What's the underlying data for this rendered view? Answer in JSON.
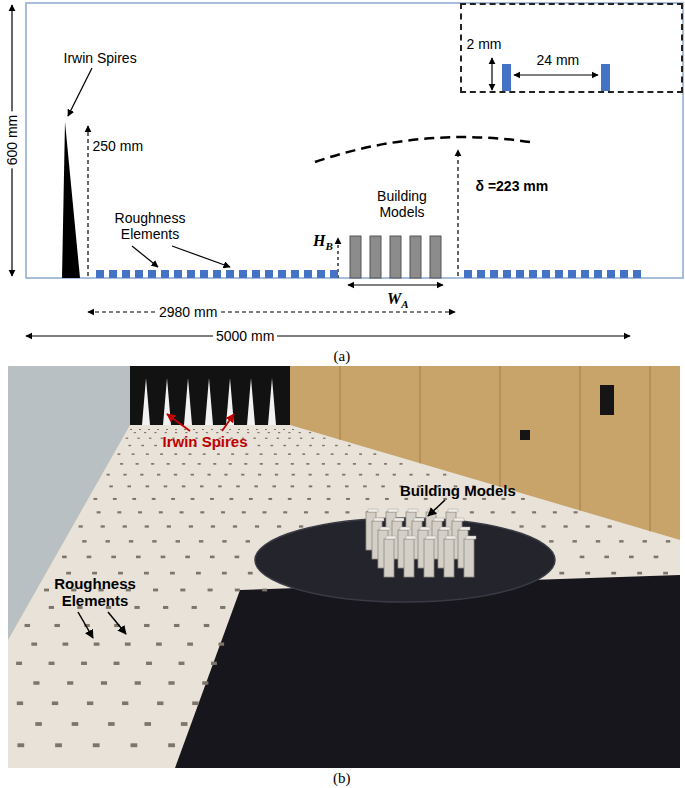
{
  "diagram": {
    "nodes": [
      {
        "text": [
          "2 mm",
          "24 mm"
        ]
      }
    ],
    "labels": [
      "600 mm",
      "Irwin Spires",
      "250 mm",
      "Roughness Elements",
      "Building Models",
      "HB",
      "WA",
      "δ =223 mm",
      "2980 mm",
      "5000 mm",
      "(a)",
      "Irwin Spires",
      "Roughness Elements",
      "Building Models",
      "(b)"
    ]
  }
}
